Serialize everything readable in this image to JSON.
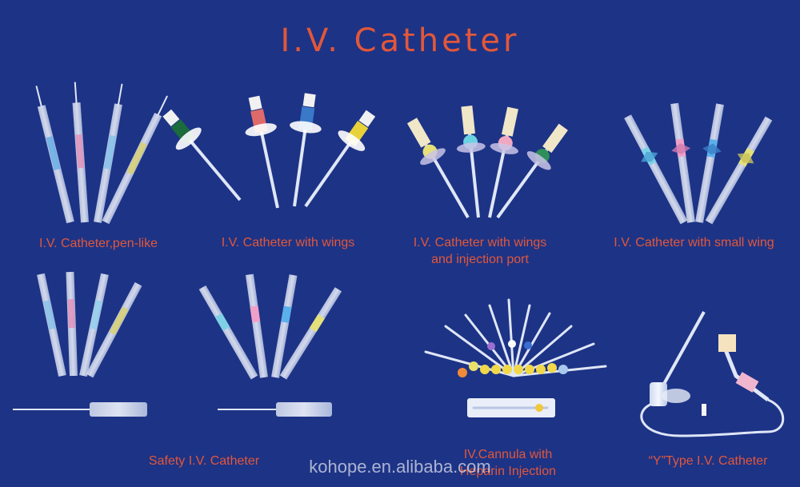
{
  "title": "I.V. Catheter",
  "captions": {
    "pen_like": "I.V. Catheter,pen-like",
    "with_wings": "I.V. Catheter with wings",
    "wings_port_line1": "I.V. Catheter with wings",
    "wings_port_line2": "and injection port",
    "small_wing": "I.V. Catheter with small wing",
    "safety": "Safety I.V. Catheter",
    "cannula_line1": "IV.Cannula with",
    "cannula_line2": "Heparin Injection",
    "y_type": "“Y”Type I.V. Catheter"
  },
  "watermark": "kohope.en.alibaba.com",
  "colors": {
    "background": "#1d3386",
    "accent": "#e2573a"
  }
}
